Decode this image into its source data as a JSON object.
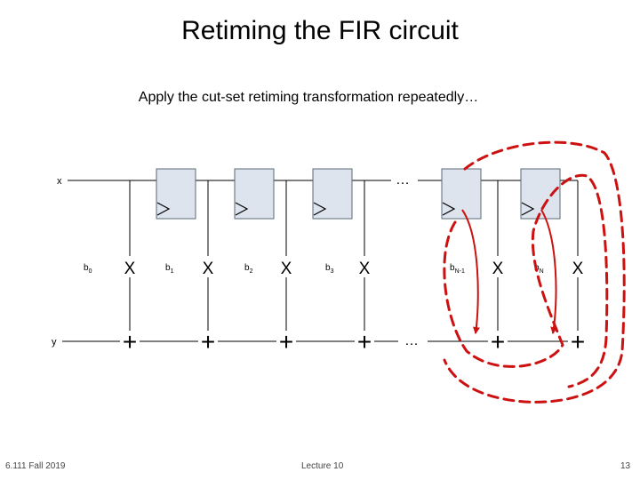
{
  "slide": {
    "title": "Retiming the FIR circuit",
    "subtitle": "Apply the cut-set retiming transformation repeatedly…"
  },
  "diagram": {
    "input_label": "x",
    "output_label": "y",
    "ellipsis_top": "…",
    "ellipsis_bottom": "…",
    "multiplier_symbol": "X",
    "adder_symbol": "+",
    "coefficients": [
      {
        "base": "b",
        "sub": "0"
      },
      {
        "base": "b",
        "sub": "1"
      },
      {
        "base": "b",
        "sub": "2"
      },
      {
        "base": "b",
        "sub": "3"
      },
      {
        "base": "b",
        "sub": "N-1"
      },
      {
        "base": "b",
        "sub": "N"
      }
    ],
    "register_fill": "#dde4ee",
    "register_stroke": "#5a6878",
    "retiming_color": "#cc1111"
  },
  "footer": {
    "course": "6.111 Fall 2019",
    "lecture": "Lecture 10",
    "page": "13"
  }
}
